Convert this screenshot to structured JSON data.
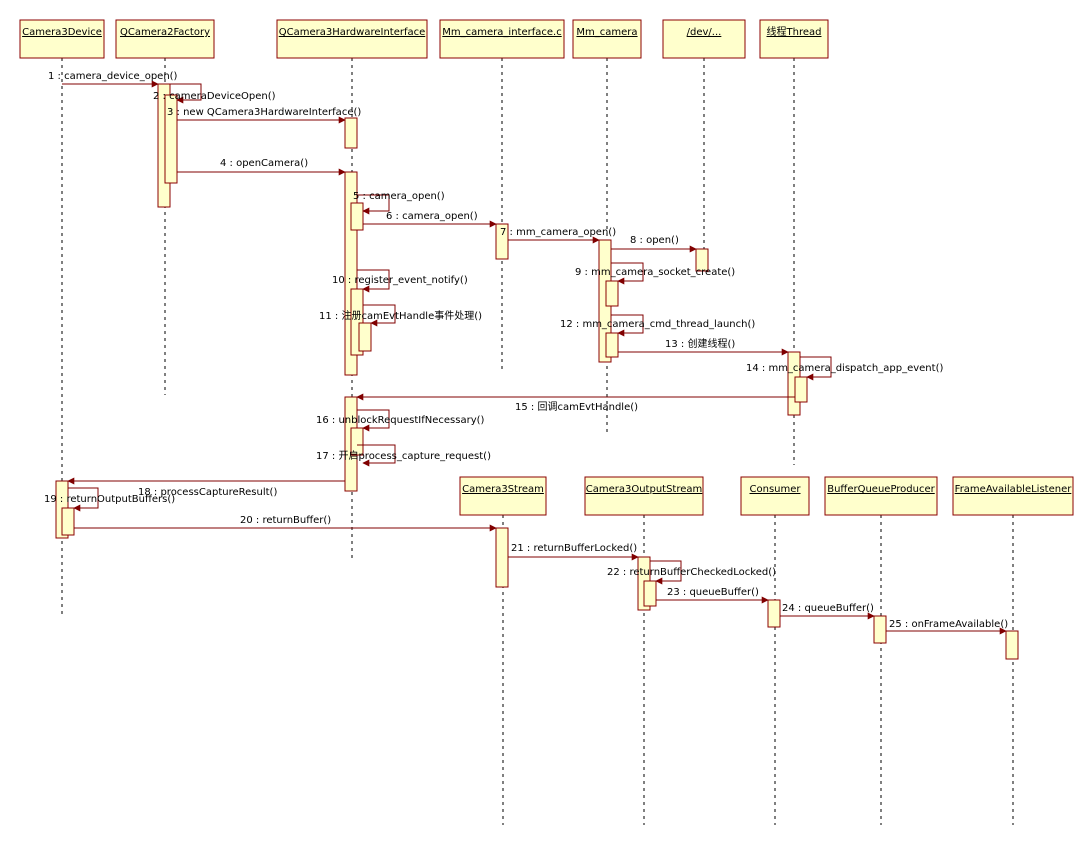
{
  "colors": {
    "box_fill": "#ffffcc",
    "box_stroke": "#8b0000",
    "arrow": "#800000",
    "lifeline": "#000000"
  },
  "lifelines": [
    {
      "id": "camera3device",
      "label": "Camera3Device"
    },
    {
      "id": "qcamera2factory",
      "label": "QCamera2Factory"
    },
    {
      "id": "qcamera3hwi",
      "label": "QCamera3HardwareInterface"
    },
    {
      "id": "mm_camera_interface_c",
      "label": "Mm_camera_interface.c"
    },
    {
      "id": "mm_camera",
      "label": "Mm_camera"
    },
    {
      "id": "dev",
      "label": "/dev/..."
    },
    {
      "id": "thread",
      "label": "线程Thread"
    },
    {
      "id": "camera3stream",
      "label": "Camera3Stream"
    },
    {
      "id": "camera3outputstream",
      "label": "Camera3OutputStream"
    },
    {
      "id": "consumer",
      "label": "Consumer"
    },
    {
      "id": "bufferqueueproducer",
      "label": "BufferQueueProducer"
    },
    {
      "id": "frameavailablelistener",
      "label": "FrameAvailableListener"
    }
  ],
  "messages": [
    {
      "n": "1",
      "text": "camera_device_open()"
    },
    {
      "n": "2",
      "text": "cameraDeviceOpen()"
    },
    {
      "n": "3",
      "text": "new QCamera3HardwareInterface()"
    },
    {
      "n": "4",
      "text": "openCamera()"
    },
    {
      "n": "5",
      "text": "camera_open()"
    },
    {
      "n": "6",
      "text": "camera_open()"
    },
    {
      "n": "7",
      "text": "mm_camera_open()"
    },
    {
      "n": "8",
      "text": "open()"
    },
    {
      "n": "9",
      "text": "mm_camera_socket_create()"
    },
    {
      "n": "10",
      "text": "register_event_notify()"
    },
    {
      "n": "11",
      "text": "注册camEvtHandle事件处理()"
    },
    {
      "n": "12",
      "text": "mm_camera_cmd_thread_launch()"
    },
    {
      "n": "13",
      "text": "创建线程()"
    },
    {
      "n": "14",
      "text": "mm_camera_dispatch_app_event()"
    },
    {
      "n": "15",
      "text": "回调camEvtHandle()"
    },
    {
      "n": "16",
      "text": "unblockRequestIfNecessary()"
    },
    {
      "n": "17",
      "text": "开启process_capture_request()"
    },
    {
      "n": "18",
      "text": "processCaptureResult()"
    },
    {
      "n": "19",
      "text": "returnOutputBuffers()"
    },
    {
      "n": "20",
      "text": "returnBuffer()"
    },
    {
      "n": "21",
      "text": "returnBufferLocked()"
    },
    {
      "n": "22",
      "text": "returnBufferCheckedLocked()"
    },
    {
      "n": "23",
      "text": "queueBuffer()"
    },
    {
      "n": "24",
      "text": "queueBuffer()"
    },
    {
      "n": "25",
      "text": "onFrameAvailable()"
    }
  ]
}
